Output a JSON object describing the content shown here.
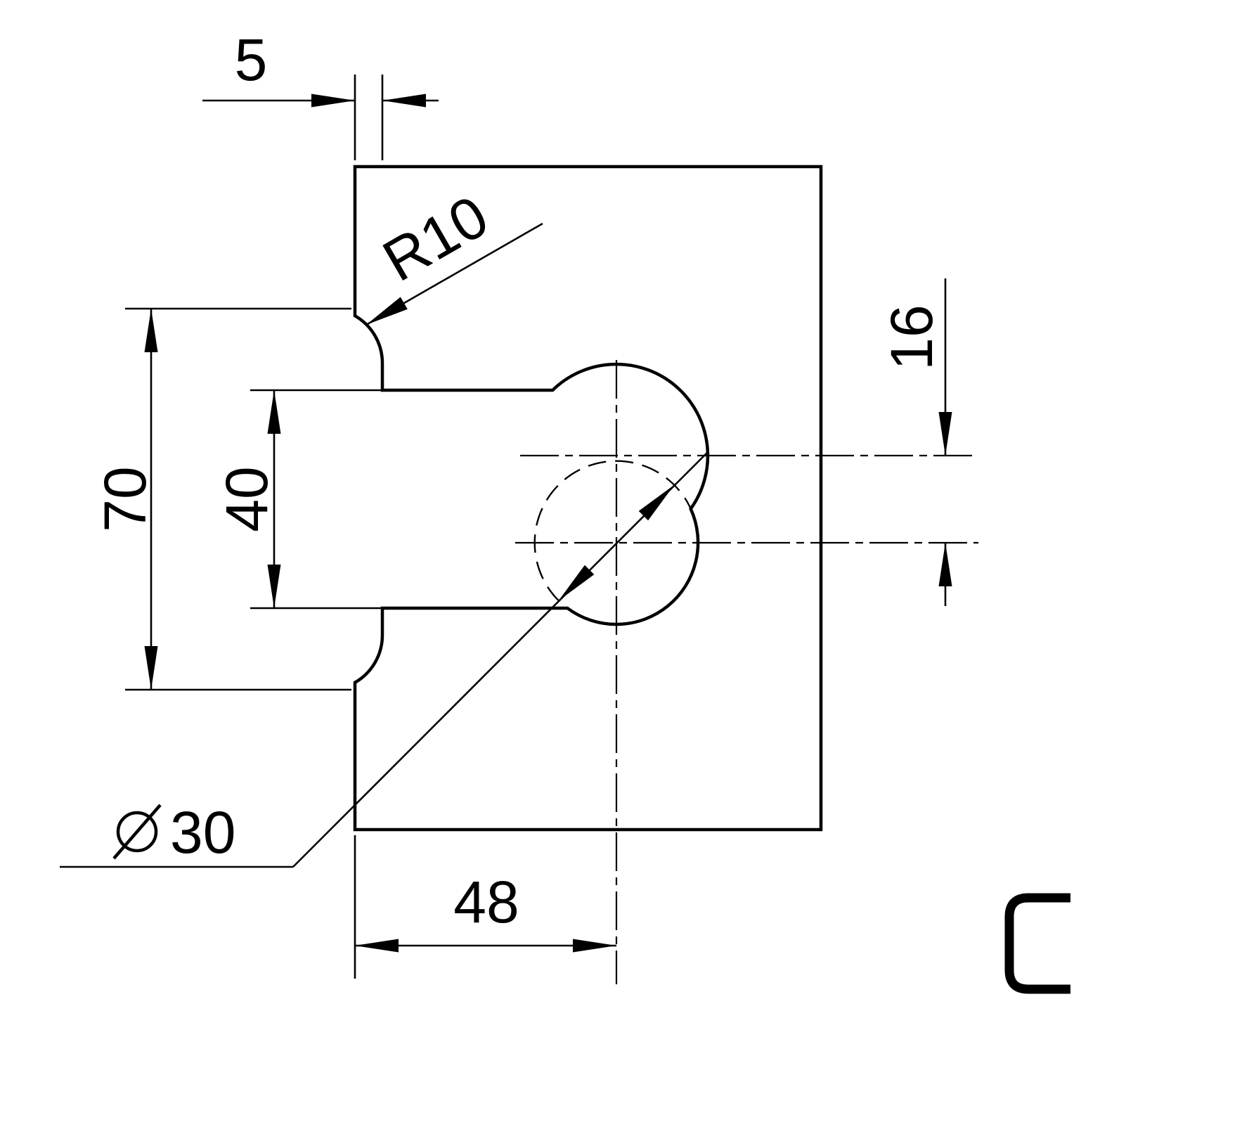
{
  "dimensions": {
    "edge_offset": "5",
    "corner_radius": "R10",
    "recess_height": "70",
    "slot_height": "40",
    "center_offset": "16",
    "hole_distance": "48",
    "hole_diameter": {
      "symbol": "Ø",
      "value": "30"
    }
  },
  "view_label": "C",
  "colors": {
    "glass_top": "#f0f8fe",
    "glass_bottom": "#b9dcf2",
    "line": "#000000",
    "background": "#ffffff"
  }
}
